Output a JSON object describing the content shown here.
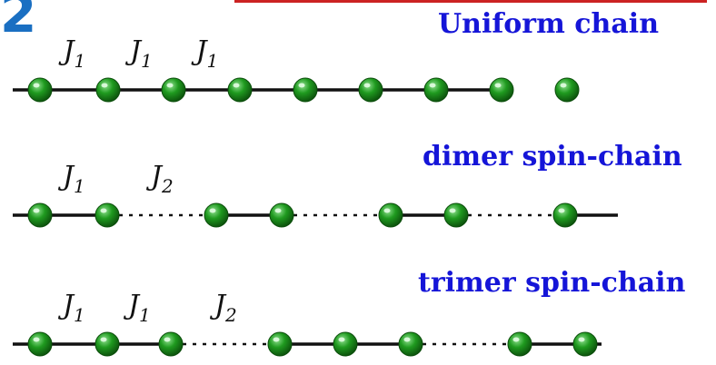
{
  "page_number": "2",
  "colors": {
    "page_number": "#1a6fc2",
    "titles": "#1515d8",
    "header_rule": "#cc2222",
    "bond": "#111111",
    "spin_light": "#8fe08f",
    "spin_mid": "#1f9a1f",
    "spin_dark": "#0b4d0b"
  },
  "icons": {
    "spin": "green-sphere-icon"
  },
  "chains": [
    {
      "id": "uniform",
      "title": "Uniform chain",
      "bonds": [
        "J1",
        "J1",
        "J1",
        "J1",
        "J1",
        "J1",
        "J1",
        "J1"
      ],
      "labels": [
        {
          "symbol": "J",
          "subscript": "1",
          "bond_index": 1
        },
        {
          "symbol": "J",
          "subscript": "1",
          "bond_index": 2
        },
        {
          "symbol": "J",
          "subscript": "1",
          "bond_index": 3
        }
      ]
    },
    {
      "id": "dimer",
      "title": "dimer spin-chain",
      "bonds": [
        "J1",
        "J1",
        "J2",
        "J1",
        "J2",
        "J1",
        "J2",
        "J1"
      ],
      "labels": [
        {
          "symbol": "J",
          "subscript": "1",
          "bond_index": 1
        },
        {
          "symbol": "J",
          "subscript": "2",
          "bond_index": 2
        }
      ]
    },
    {
      "id": "trimer",
      "title": "trimer spin-chain",
      "bonds": [
        "J1",
        "J1",
        "J1",
        "J2",
        "J1",
        "J1",
        "J2",
        "J1",
        "J1"
      ],
      "labels": [
        {
          "symbol": "J",
          "subscript": "1",
          "bond_index": 1
        },
        {
          "symbol": "J",
          "subscript": "1",
          "bond_index": 2
        },
        {
          "symbol": "J",
          "subscript": "2",
          "bond_index": 3
        }
      ]
    }
  ]
}
